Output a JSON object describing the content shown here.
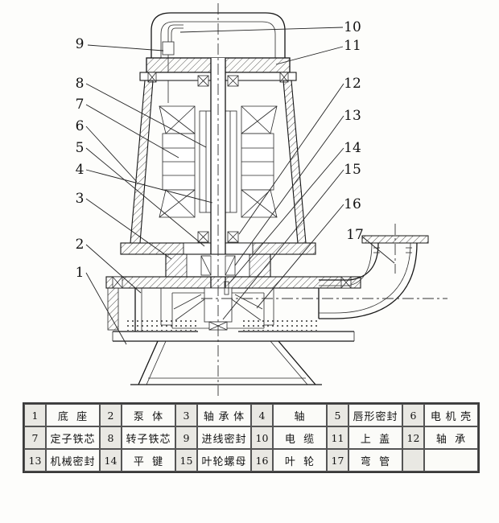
{
  "diagram": {
    "callouts": {
      "left": [
        "9",
        "8",
        "7",
        "6",
        "5",
        "4",
        "3",
        "2",
        "1"
      ],
      "right": [
        "10",
        "11",
        "12",
        "13",
        "14",
        "15",
        "16",
        "17"
      ]
    }
  },
  "table": {
    "rows": [
      [
        {
          "no": "1",
          "name": "底  座"
        },
        {
          "no": "2",
          "name": "泵  体"
        },
        {
          "no": "3",
          "name": "轴 承 体"
        },
        {
          "no": "4",
          "name": "轴"
        },
        {
          "no": "5",
          "name": "唇形密封"
        },
        {
          "no": "6",
          "name": "电 机 壳"
        }
      ],
      [
        {
          "no": "7",
          "name": "定子铁芯"
        },
        {
          "no": "8",
          "name": "转子铁芯"
        },
        {
          "no": "9",
          "name": "进线密封"
        },
        {
          "no": "10",
          "name": "电  缆"
        },
        {
          "no": "11",
          "name": "上  盖"
        },
        {
          "no": "12",
          "name": "轴  承"
        }
      ],
      [
        {
          "no": "13",
          "name": "机械密封"
        },
        {
          "no": "14",
          "name": "平  键"
        },
        {
          "no": "15",
          "name": "叶轮螺母"
        },
        {
          "no": "16",
          "name": "叶  轮"
        },
        {
          "no": "17",
          "name": "弯  管"
        },
        {
          "no": "",
          "name": ""
        }
      ]
    ]
  },
  "colors": {
    "line": "#1a1a1a",
    "paper": "#fdfdfb",
    "number_cell_bg": "#e9e8e3",
    "table_border": "#3a3a3a"
  }
}
